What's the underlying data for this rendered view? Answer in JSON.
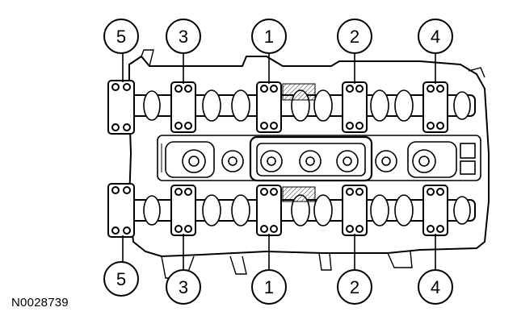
{
  "figure": {
    "id": "N0028739",
    "callouts_top": [
      "5",
      "3",
      "1",
      "2",
      "4"
    ],
    "callouts_bottom": [
      "5",
      "3",
      "1",
      "2",
      "4"
    ]
  }
}
